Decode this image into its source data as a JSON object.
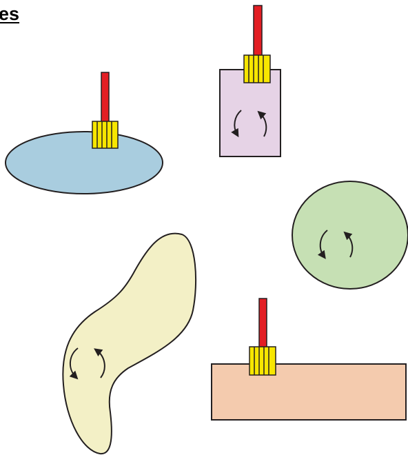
{
  "title": "es",
  "colors": {
    "blue_body": "#a9cddf",
    "pink_body": "#e6d3e6",
    "green_body": "#c6e0b4",
    "yellow_body": "#f3f0c6",
    "peach_body": "#f4cbae",
    "red_shaft": "#e31e24",
    "yellow_grip": "#f7e600",
    "outline": "#231f20"
  },
  "shapes": [
    {
      "name": "blue-ellipse",
      "has_handle": true,
      "has_rotation_arrows": false
    },
    {
      "name": "pink-rectangle",
      "has_handle": true,
      "has_rotation_arrows": true
    },
    {
      "name": "green-circle",
      "has_handle": false,
      "has_rotation_arrows": true
    },
    {
      "name": "yellow-blob",
      "has_handle": false,
      "has_rotation_arrows": true
    },
    {
      "name": "peach-rectangle",
      "has_handle": true,
      "has_rotation_arrows": false
    }
  ]
}
